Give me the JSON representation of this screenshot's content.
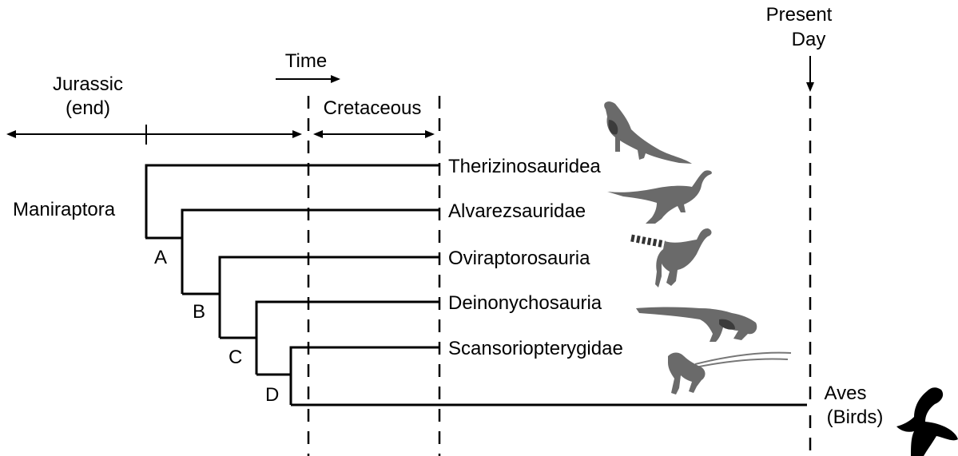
{
  "time_header": {
    "time_label": "Time",
    "present_line1": "Present",
    "present_line2": "Day",
    "jurassic_line1": "Jurassic",
    "jurassic_line2": "(end)",
    "cretaceous": "Cretaceous"
  },
  "root_label": "Maniraptora",
  "nodes": [
    "A",
    "B",
    "C",
    "D"
  ],
  "taxa": [
    {
      "name": "Therizinosauridea",
      "icon": "therizinosaur-icon"
    },
    {
      "name": "Alvarezsauridae",
      "icon": "alvarezsaur-icon"
    },
    {
      "name": "Oviraptorosauria",
      "icon": "oviraptorosaur-icon"
    },
    {
      "name": "Deinonychosauria",
      "icon": "deinonychosaur-icon"
    },
    {
      "name": "Scansoriopterygidae",
      "icon": "scansoriopterygid-icon"
    }
  ],
  "aves": {
    "line1": "Aves",
    "line2": "(Birds)",
    "icon": "bird-silhouette-icon"
  },
  "colors": {
    "ink": "#000000",
    "silhouette": "#6a6a6a"
  }
}
